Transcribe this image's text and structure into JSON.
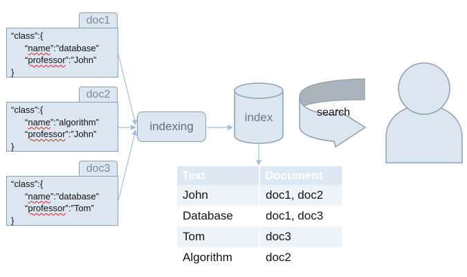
{
  "docs": [
    {
      "tab": "doc1",
      "line1": "“class”:{",
      "name_key": "name",
      "name_val": "database",
      "prof_key": "professor",
      "prof_val": "John",
      "close": "}"
    },
    {
      "tab": "doc2",
      "line1": "“class”:{",
      "name_key": "name",
      "name_val": "algorithm",
      "prof_key": "professor",
      "prof_val": "John",
      "close": "}"
    },
    {
      "tab": "doc3",
      "line1": "“class”:{",
      "name_key": "name",
      "name_val": "database",
      "prof_key": "professor",
      "prof_val": "Tom",
      "close": "}"
    }
  ],
  "indexing_label": "indexing",
  "index_label": "index",
  "search_label": "search",
  "table": {
    "headers": [
      "Text",
      "Document"
    ],
    "rows": [
      [
        "John",
        "doc1, doc2"
      ],
      [
        "Database",
        "doc1, doc3"
      ],
      [
        "Tom",
        "doc3"
      ],
      [
        "Algorithm",
        "doc2"
      ]
    ]
  },
  "colors": {
    "fill": "#dbe6f0",
    "stroke": "#8e9eac",
    "arrow": "#9fc0d8",
    "search_arc_dark": "#aab4bc",
    "header_bg": "#dde8f2"
  }
}
